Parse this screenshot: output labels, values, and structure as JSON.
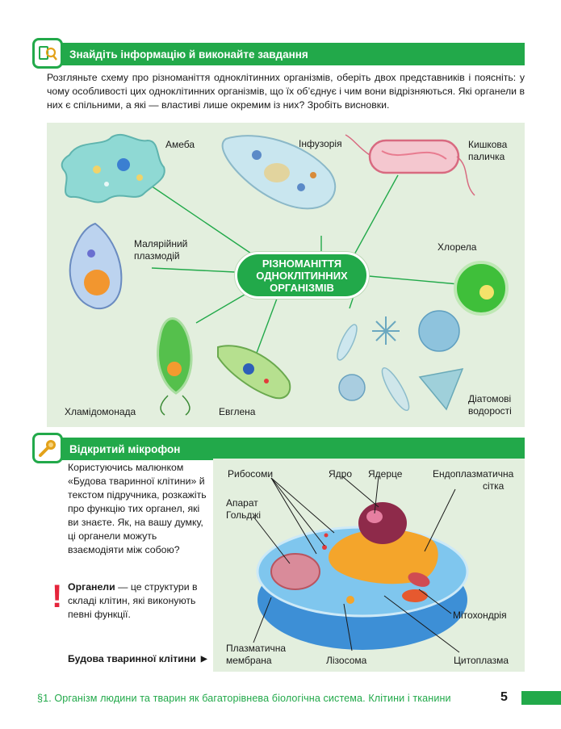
{
  "task": {
    "title": "Знайдіть інформацію й виконайте завдання",
    "text": "Розгляньте схему про різноманіття одноклітинних організмів, оберіть двох представників і поясніть: у чому особливості цих одноклітинних організмів, що їх об’єднує і чим вони відрізняються. Які органели в них є спільними, а які — властиві лише окремим із них? Зробіть висновки."
  },
  "diagram": {
    "center": [
      "РІЗНОМАНІТТЯ",
      "ОДНОКЛІТИННИХ",
      "ОРГАНІЗМІВ"
    ],
    "labels": {
      "ameba": "Амеба",
      "infusoria": "Інфузорія",
      "ecoli_1": "Кишкова",
      "ecoli_2": "паличка",
      "plasmodium_1": "Малярійний",
      "plasmodium_2": "плазмодій",
      "chlorella": "Хлорела",
      "chlamydomonas": "Хламідомонада",
      "euglena": "Евглена",
      "diatoms_1": "Діатомові",
      "diatoms_2": "водорості"
    }
  },
  "microphone": {
    "title": "Відкритий мікрофон",
    "text": "Користуючись малюнком «Будова тваринної клітини» й текстом підручника, розкажіть про функцію тих органел, які ви знаєте. Як, на вашу думку, ці органели можуть взаємодіяти між собою?",
    "definition_term": "Органели",
    "definition_rest": " — це структури в складі клітин, які виконують певні функції.",
    "figure_caption": "Будова тваринної клітини"
  },
  "cell": {
    "ribosomes": "Рибосоми",
    "nucleus": "Ядро",
    "nucleolus": "Ядерце",
    "er_1": "Ендоплазматична",
    "er_2": "сітка",
    "golgi_1": "Апарат",
    "golgi_2": "Гольджі",
    "mitochondria": "Мітохондрія",
    "membrane_1": "Плазматична",
    "membrane_2": "мембрана",
    "lysosome": "Лізосома",
    "cytoplasm": "Цитоплазма"
  },
  "footer": {
    "text": "§1. Організм людини та тварин як багаторівнева біологічна система. Клітини і тканини",
    "page": "5"
  },
  "colors": {
    "accent": "#22a94a",
    "panel": "#e3efde",
    "alert": "#e5243b"
  }
}
